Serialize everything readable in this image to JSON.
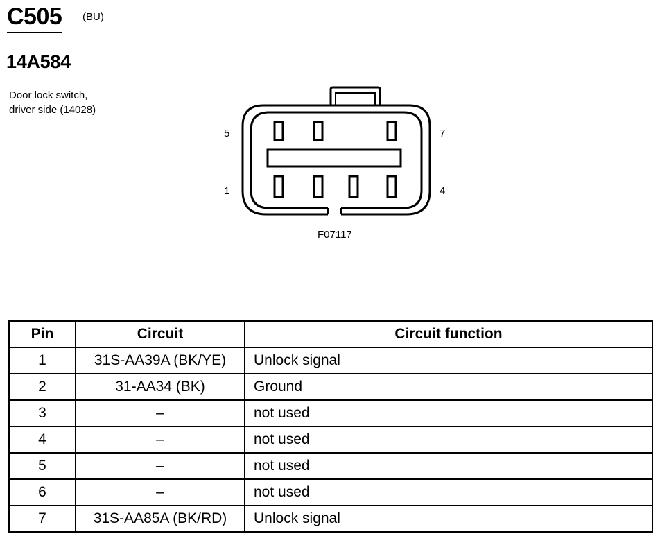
{
  "header": {
    "connector_id": "C505",
    "color_code": "(BU)",
    "part_number": "14A584",
    "description_lines": [
      "Door lock switch,",
      "driver side (14028)"
    ]
  },
  "diagram": {
    "pin_labels": {
      "top_left": "5",
      "top_right": "7",
      "bottom_left": "1",
      "bottom_right": "4"
    },
    "figure_code": "F07117"
  },
  "table": {
    "headers": [
      "Pin",
      "Circuit",
      "Circuit function"
    ],
    "rows": [
      {
        "pin": "1",
        "circuit": "31S-AA39A (BK/YE)",
        "function": "Unlock signal"
      },
      {
        "pin": "2",
        "circuit": "31-AA34 (BK)",
        "function": "Ground"
      },
      {
        "pin": "3",
        "circuit": "–",
        "function": "not used"
      },
      {
        "pin": "4",
        "circuit": "–",
        "function": "not used"
      },
      {
        "pin": "5",
        "circuit": "–",
        "function": "not used"
      },
      {
        "pin": "6",
        "circuit": "–",
        "function": "not used"
      },
      {
        "pin": "7",
        "circuit": "31S-AA85A (BK/RD)",
        "function": "Unlock signal"
      }
    ]
  }
}
